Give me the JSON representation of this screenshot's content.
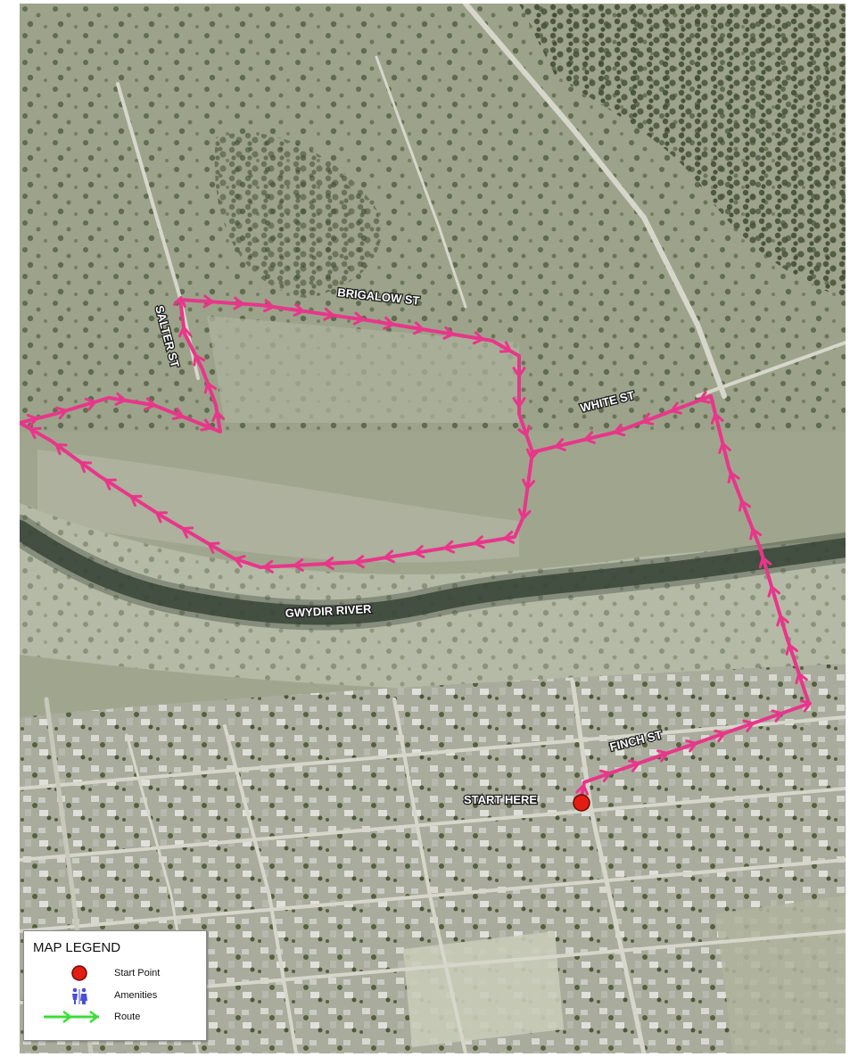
{
  "map": {
    "street_labels": {
      "brigalow": "BRIGALOW ST",
      "salter": "SALTER ST",
      "white": "WHITE ST",
      "finch": "FINCH ST",
      "river": "GWYDIR RIVER",
      "start": "START HERE"
    },
    "colors": {
      "route": "#e8368a",
      "start_point": "#e31d13",
      "legend_route": "#3ddc3a",
      "amenities": "#4a4fd6",
      "river": "#3d4a3c"
    },
    "icons": [
      "start-point-icon",
      "amenities-icon",
      "route-arrow-icon"
    ]
  },
  "legend": {
    "title": "MAP LEGEND",
    "items": [
      {
        "label": "Start Point",
        "icon": "start-point-icon"
      },
      {
        "label": "Amenities",
        "icon": "amenities-icon"
      },
      {
        "label": "Route",
        "icon": "route-arrow-icon"
      }
    ]
  }
}
